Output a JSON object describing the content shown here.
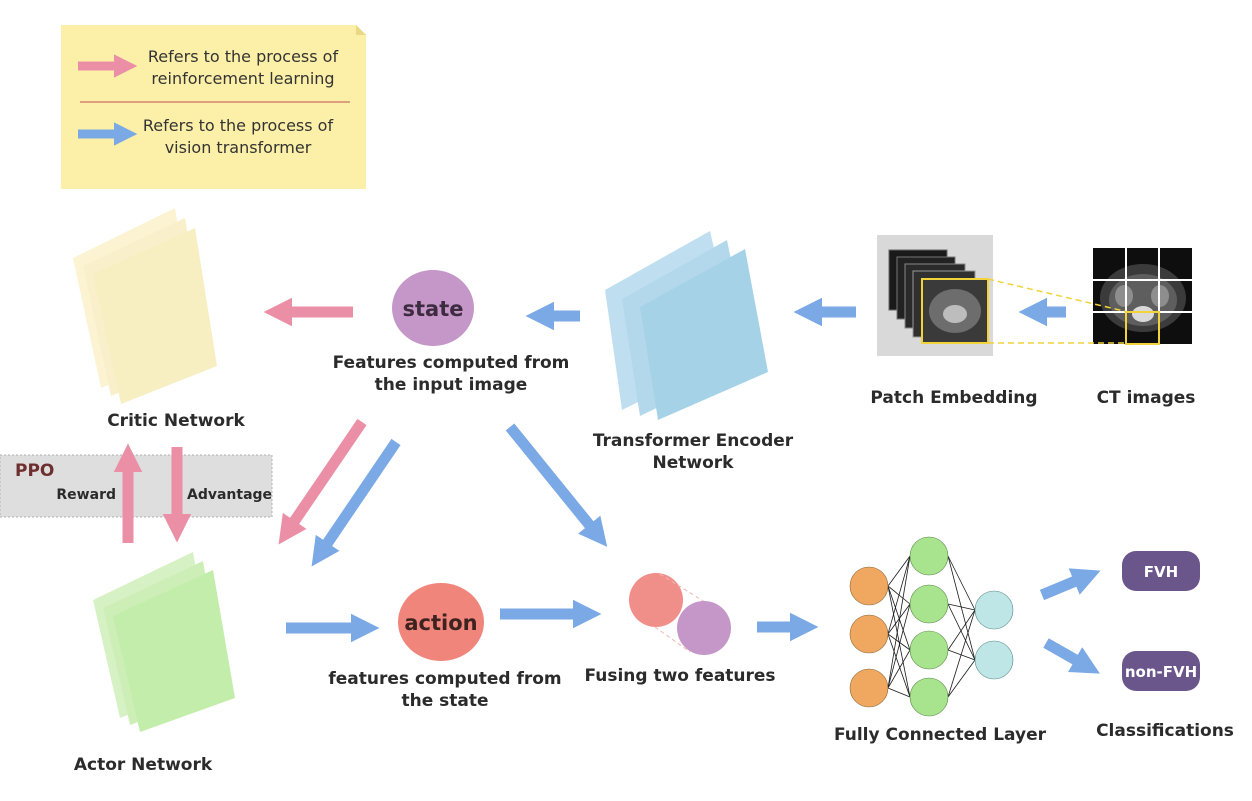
{
  "legend": {
    "rl_line1": "Refers to the process of",
    "rl_line2": "reinforcement learning",
    "vt_line1": "Refers to the process of",
    "vt_line2": "vision transformer"
  },
  "nodes": {
    "state": "state",
    "action": "action",
    "fvh": "FVH",
    "non_fvh": "non-FVH"
  },
  "labels": {
    "critic_network": "Critic Network",
    "actor_network": "Actor Network",
    "ppo": "PPO",
    "reward": "Reward",
    "advantage": "Advantage",
    "state_caption_1": "Features computed from",
    "state_caption_2": "the input image",
    "action_caption_1": "features computed from",
    "action_caption_2": "the state",
    "transformer_1": "Transformer Encoder",
    "transformer_2": "Network",
    "patch_embedding": "Patch Embedding",
    "ct_images": "CT images",
    "fusing": "Fusing two features",
    "fully_connected": "Fully Connected Layer",
    "classifications": "Classifications"
  },
  "colors": {
    "rl_arrow": "#eb8fa6",
    "vt_arrow": "#7aa9e6",
    "legend_bg": "#fcf0a8",
    "critic": "#f7eec2",
    "actor": "#c3edaa",
    "transformer": "#a6d2e8",
    "state": "#c596c8",
    "action": "#f0857c",
    "class_box": "#6b568c",
    "ppo_box": "#dedede"
  }
}
